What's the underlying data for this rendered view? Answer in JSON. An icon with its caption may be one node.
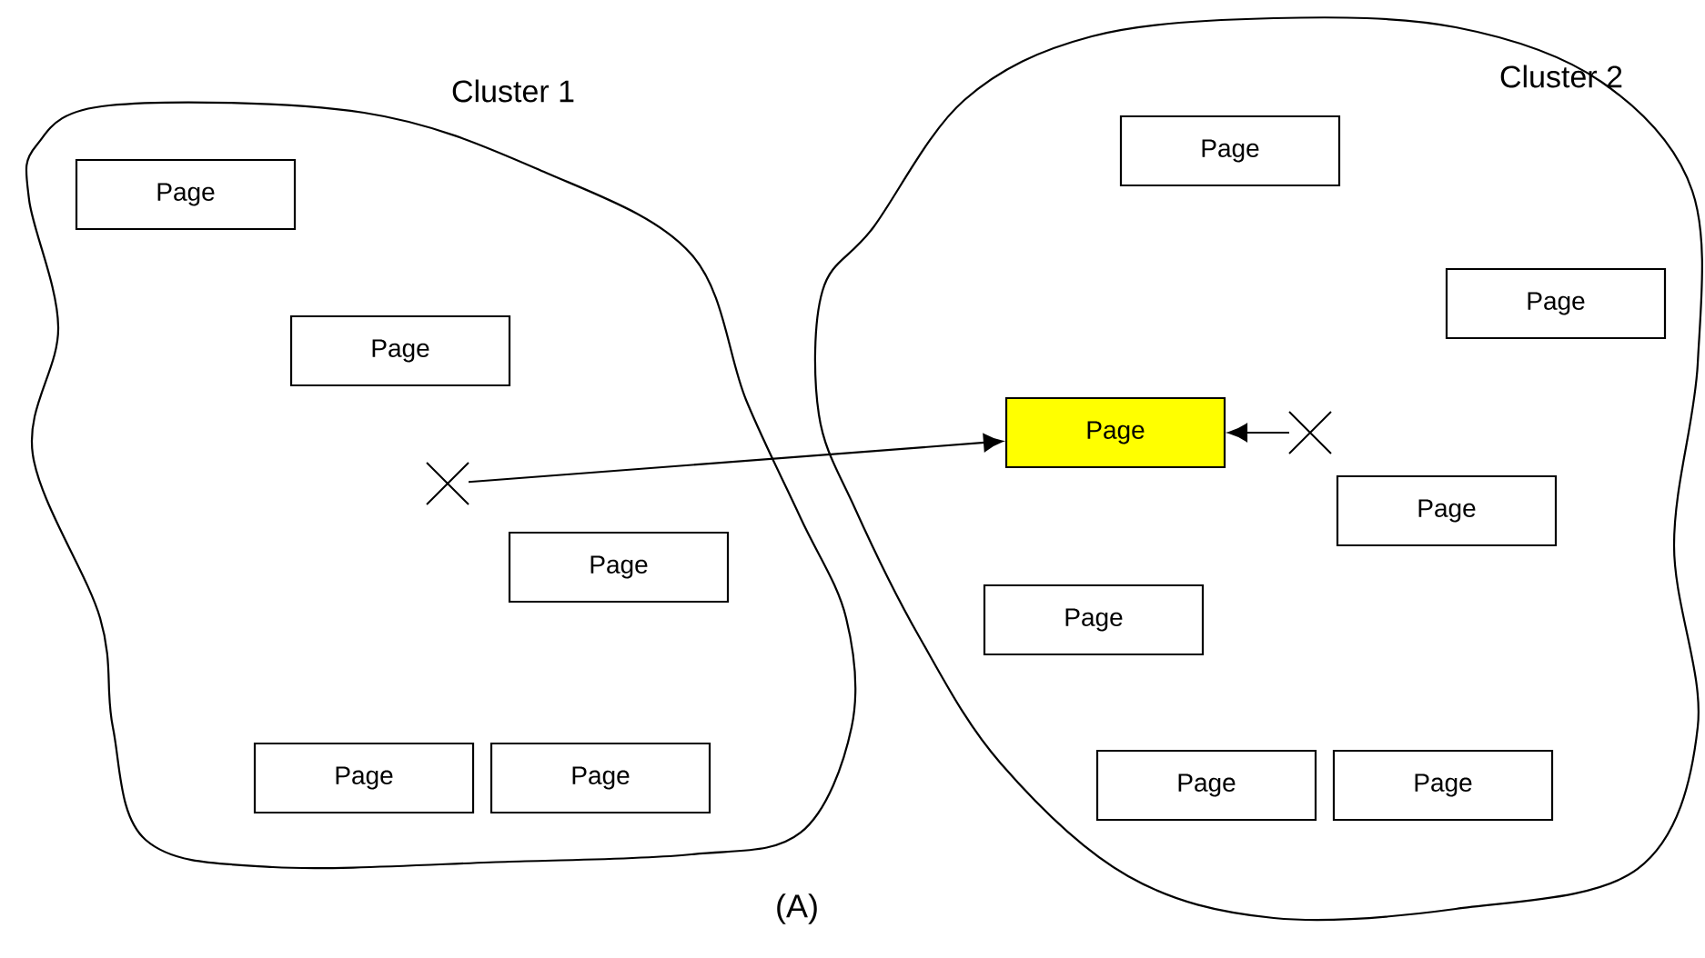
{
  "diagram": {
    "nodes": [
      {
        "text": [
          "Cluster 1"
        ]
      },
      {
        "text": [
          "Page"
        ],
        "in": 0
      },
      {
        "text": [
          "Page"
        ],
        "in": 0
      },
      {
        "text": [
          "Page"
        ],
        "in": 0
      },
      {
        "text": [
          "Page"
        ],
        "in": 0
      },
      {
        "text": [
          "Page"
        ],
        "in": 0
      },
      {
        "text": [],
        "shape": "cross",
        "in": 0
      },
      {
        "text": [
          "Cluster 2"
        ]
      },
      {
        "text": [
          "Page"
        ],
        "in": 7
      },
      {
        "text": [
          "Page"
        ],
        "in": 7
      },
      {
        "text": [
          "Page"
        ],
        "in": 7
      },
      {
        "text": [
          "Page"
        ],
        "in": 7
      },
      {
        "text": [
          "Page"
        ],
        "in": 7
      },
      {
        "text": [
          "Page"
        ],
        "in": 7
      },
      {
        "text": [
          "Page"
        ],
        "in": 7
      },
      {
        "text": [],
        "shape": "cross",
        "in": 7
      }
    ],
    "edges": [
      {
        "from": 6,
        "to": 10,
        "arrow": "to"
      },
      {
        "from": 15,
        "to": 10,
        "arrow": "to"
      }
    ],
    "labels": [
      "(A)"
    ]
  }
}
